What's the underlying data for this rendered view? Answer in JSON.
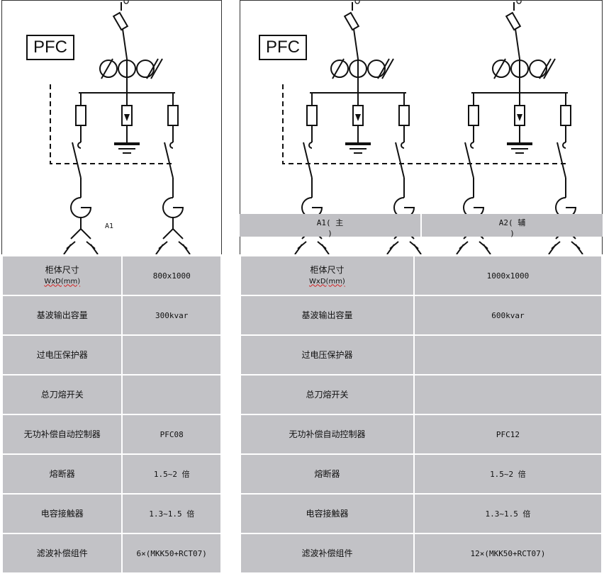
{
  "left": {
    "badge": "PFC",
    "unit_label": "A1",
    "rows": [
      {
        "label": "柜体尺寸",
        "label_sub": "WxD(mm)",
        "value": "800x1000"
      },
      {
        "label": "基波输出容量",
        "value": "300kvar"
      },
      {
        "label": "过电压保护器",
        "value": ""
      },
      {
        "label": "总刀熔开关",
        "value": ""
      },
      {
        "label": "无功补偿自动控制器",
        "value": "PFC08"
      },
      {
        "label": "熔断器",
        "value": "1.5~2 倍"
      },
      {
        "label": "电容接触器",
        "value": "1.3~1.5 倍"
      },
      {
        "label": "滤波补偿组件",
        "value": "6×(MKK50+RCT07)"
      }
    ]
  },
  "right": {
    "badge": "PFC",
    "unit_labels": [
      "A1( 主\n)",
      "A2( 辅\n)"
    ],
    "rows": [
      {
        "label": "柜体尺寸",
        "label_sub": "WxD(mm)",
        "value": "1000x1000"
      },
      {
        "label": "基波输出容量",
        "value": "600kvar"
      },
      {
        "label": "过电压保护器",
        "value": ""
      },
      {
        "label": "总刀熔开关",
        "value": ""
      },
      {
        "label": "无功补偿自动控制器",
        "value": "PFC12"
      },
      {
        "label": "熔断器",
        "value": "1.5~2 倍"
      },
      {
        "label": "电容接触器",
        "value": "1.3~1.5 倍"
      },
      {
        "label": "滤波补偿组件",
        "value": "12×(MKK50+RCT07)"
      }
    ]
  }
}
